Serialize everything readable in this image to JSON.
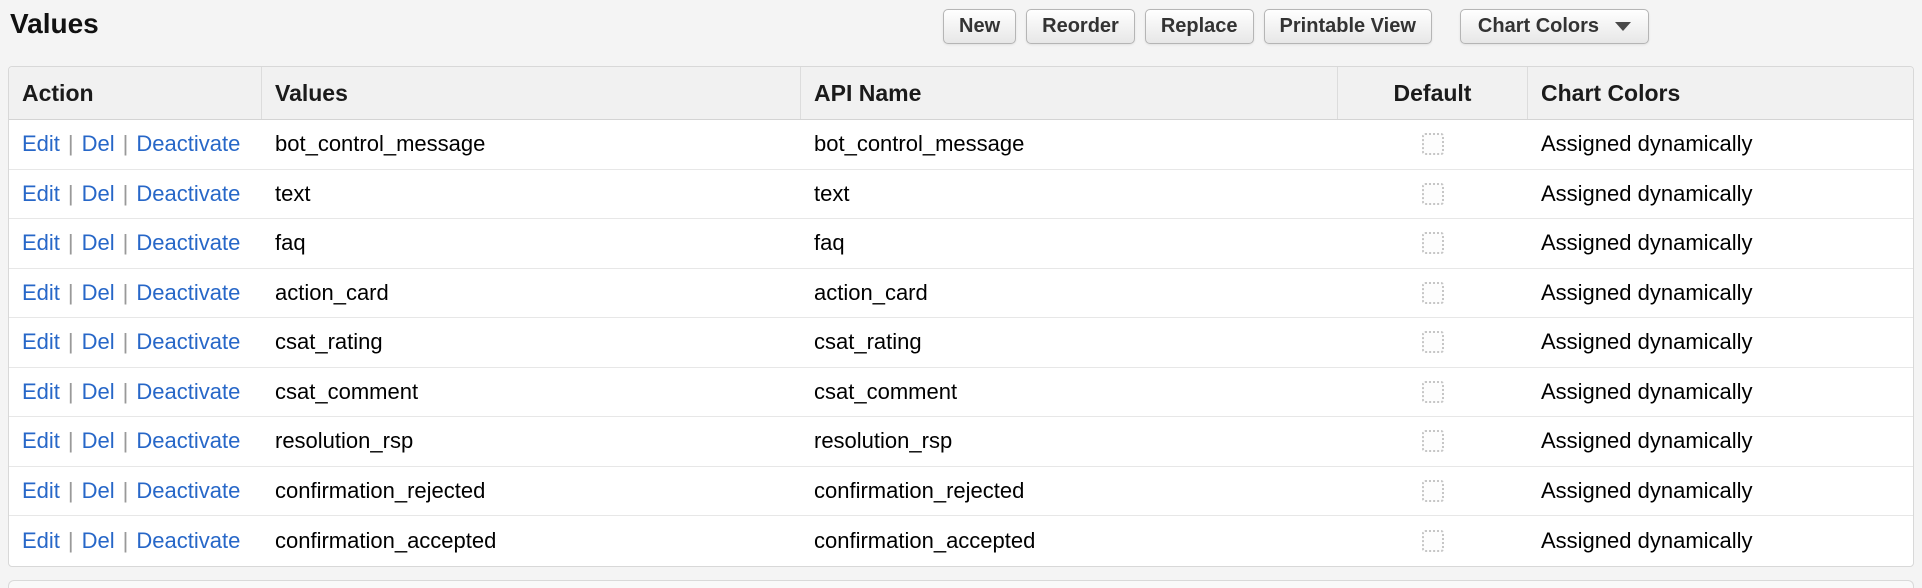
{
  "page": {
    "title": "Values"
  },
  "colors": {
    "link": "#2767c8",
    "page_bg": "#f4f4f4",
    "header_bg": "#f1f1f1",
    "button_border": "#b5b5b5"
  },
  "toolbar": {
    "buttons": [
      {
        "label": "New"
      },
      {
        "label": "Reorder"
      },
      {
        "label": "Replace"
      },
      {
        "label": "Printable View"
      }
    ],
    "chart_colors_button": {
      "label": "Chart Colors",
      "icon": "caret-down-icon"
    }
  },
  "table": {
    "columns": [
      "Action",
      "Values",
      "API Name",
      "Default",
      "Chart Colors"
    ],
    "action_links": [
      "Edit",
      "Del",
      "Deactivate"
    ],
    "link_separator": "|",
    "rows": [
      {
        "value": "bot_control_message",
        "api_name": "bot_control_message",
        "default_checked": false,
        "chart_colors": "Assigned dynamically"
      },
      {
        "value": "text",
        "api_name": "text",
        "default_checked": false,
        "chart_colors": "Assigned dynamically"
      },
      {
        "value": "faq",
        "api_name": "faq",
        "default_checked": false,
        "chart_colors": "Assigned dynamically"
      },
      {
        "value": "action_card",
        "api_name": "action_card",
        "default_checked": false,
        "chart_colors": "Assigned dynamically"
      },
      {
        "value": "csat_rating",
        "api_name": "csat_rating",
        "default_checked": false,
        "chart_colors": "Assigned dynamically"
      },
      {
        "value": "csat_comment",
        "api_name": "csat_comment",
        "default_checked": false,
        "chart_colors": "Assigned dynamically"
      },
      {
        "value": "resolution_rsp",
        "api_name": "resolution_rsp",
        "default_checked": false,
        "chart_colors": "Assigned dynamically"
      },
      {
        "value": "confirmation_rejected",
        "api_name": "confirmation_rejected",
        "default_checked": false,
        "chart_colors": "Assigned dynamically"
      },
      {
        "value": "confirmation_accepted",
        "api_name": "confirmation_accepted",
        "default_checked": false,
        "chart_colors": "Assigned dynamically"
      }
    ]
  }
}
